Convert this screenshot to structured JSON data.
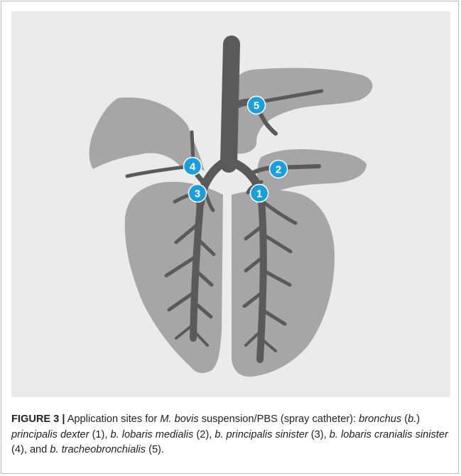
{
  "figure": {
    "caption": {
      "label": "FIGURE 3 |",
      "parts": [
        {
          "text": " Application sites for ",
          "italic": false
        },
        {
          "text": "M. bovis",
          "italic": true
        },
        {
          "text": " suspension/PBS (spray catheter): ",
          "italic": false
        },
        {
          "text": "bronchus",
          "italic": true
        },
        {
          "text": " (",
          "italic": false
        },
        {
          "text": "b.",
          "italic": true
        },
        {
          "text": ") ",
          "italic": false
        },
        {
          "text": "principalis dexter",
          "italic": true
        },
        {
          "text": " (1), ",
          "italic": false
        },
        {
          "text": "b. lobaris medialis",
          "italic": true
        },
        {
          "text": " (2), ",
          "italic": false
        },
        {
          "text": "b. principalis sinister",
          "italic": true
        },
        {
          "text": " (3), ",
          "italic": false
        },
        {
          "text": "b. lobaris cranialis sinister",
          "italic": true
        },
        {
          "text": " (4), and ",
          "italic": false
        },
        {
          "text": "b. tracheobronchialis",
          "italic": true
        },
        {
          "text": " (5).",
          "italic": false
        }
      ]
    },
    "markers": [
      "1",
      "2",
      "3",
      "4",
      "5"
    ]
  },
  "colors": {
    "panel_bg": "#ebebeb",
    "lung": "#a6a6a6",
    "airway": "#5a5a5a",
    "marker": "#1b9fdb"
  }
}
